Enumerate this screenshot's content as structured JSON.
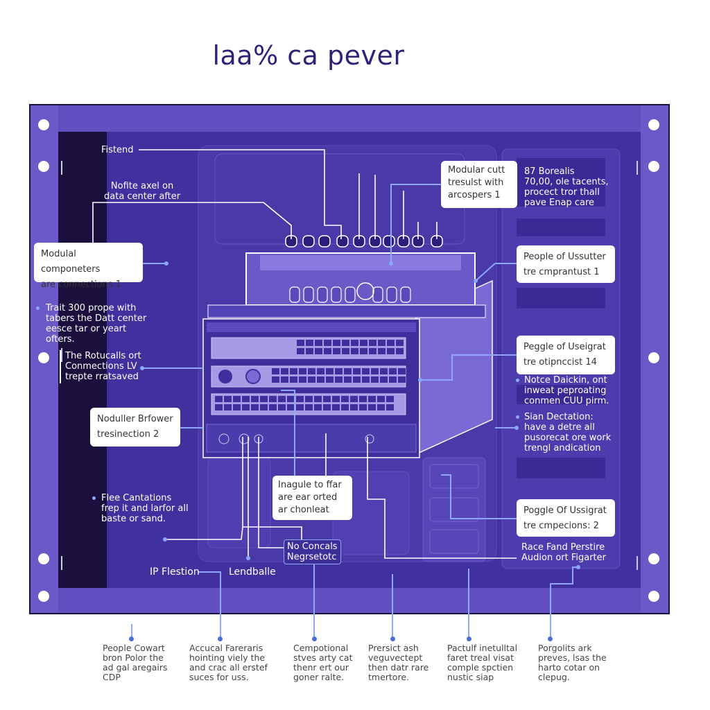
{
  "title": "laa% ca pever",
  "colors": {
    "frame": "#5e4dbd",
    "inner": "#41319e",
    "line": "#ffffff",
    "accent": "#8ea7ff",
    "title": "#2e2377"
  },
  "labels": {
    "fistend": "Fistend",
    "nofite": [
      "Nofite axel on",
      "data center after"
    ],
    "modulal": [
      "Modulal componeters",
      "are connections 1"
    ],
    "trait": [
      "Trait 300 prope with",
      "tabers the Datt center",
      "eesce tar or yeart",
      "ofters."
    ],
    "rotucalls": [
      "The Rotucalls ort",
      "Conmections LV",
      "trepte rratsaved"
    ],
    "noduller": [
      "Noduller Brfower",
      "tresinection 2"
    ],
    "flee": [
      "Flee Cantations",
      "frep it and larfor all",
      "baste or sand."
    ],
    "ipflestion": "IP Flestion",
    "lendballe": "Lendballe",
    "inagule": [
      "Inagule to ffar",
      "are ear orted",
      "ar chonleat"
    ],
    "noconcals": [
      "No Concals",
      "Negrsetotc"
    ],
    "modularcutt": [
      "Modular cutt",
      "tresulst with",
      "arcospers 1"
    ],
    "borealis": [
      "87 Borealis",
      "70,00, ole tacents,",
      "procect tror thall",
      "pave Enap care"
    ],
    "people1": [
      "People of Ussutter",
      "tre cmprantust 1"
    ],
    "peggle14": [
      "Peggle of Useigrat",
      "tre otipnccist 14"
    ],
    "notce": [
      "Notce Daickin, ont",
      "inweat peproating",
      "conmen CUU pirm."
    ],
    "sian": [
      "Sian Dectation:",
      "have a detre all",
      "pusorecat ore work",
      "trengl andication"
    ],
    "poggle2": [
      "Poggle Of Ussigrat",
      "tre cmpecions: 2"
    ],
    "race": [
      "Race Fand Perstire",
      "Audion ort Figarter"
    ]
  },
  "footer": [
    [
      "People Cowart",
      "bron Polor the",
      "ad gal aregairs",
      "CDP"
    ],
    [
      "Accucal Fareraris",
      "hointing viely the",
      "and crac all erstef",
      "suces for uss."
    ],
    [
      "Cempotional",
      "stves arty cat",
      "thenr ert our",
      "goner ralte."
    ],
    [
      "Prersict ash",
      "veguvectept",
      "then datr rare",
      "tmertore."
    ],
    [
      "Pactulf inetulltal",
      "faret treal visat",
      "comple spctien",
      "nustic siap"
    ],
    [
      "Porgolits ark",
      "preves, lsas the",
      "harto cotar on",
      "clepug."
    ]
  ]
}
